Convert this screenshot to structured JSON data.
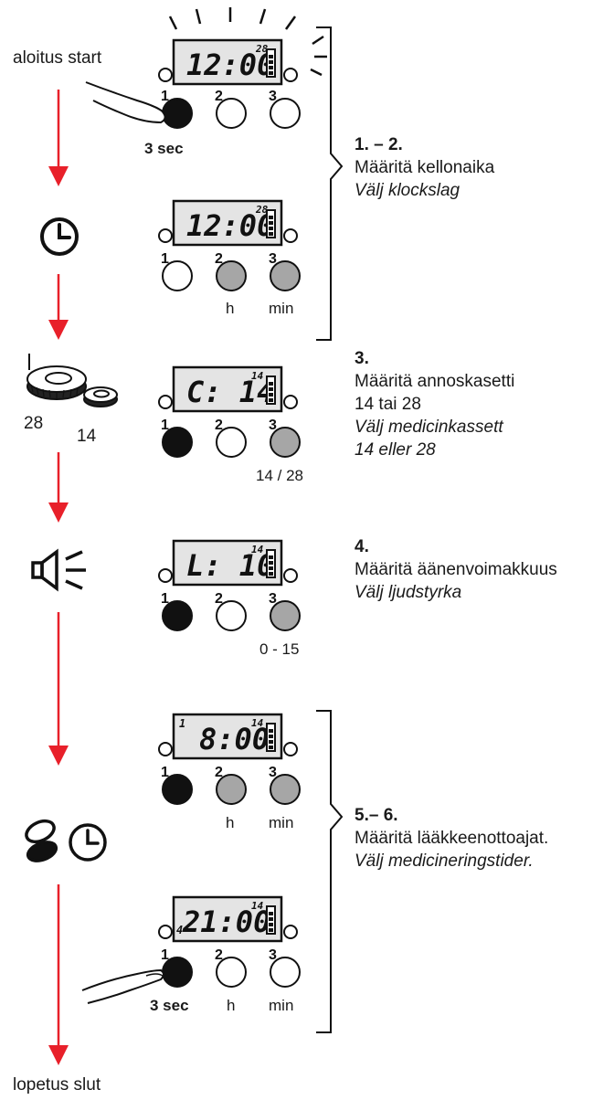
{
  "start_label": "aloitus start",
  "end_label": "lopetus slut",
  "press_duration_1": "3 sec",
  "press_duration_2": "3 sec",
  "cassette_large": "28",
  "cassette_small": "14",
  "displays": {
    "d1": {
      "time": "12:00",
      "small": "28"
    },
    "d2": {
      "time": "12:00",
      "small": "28"
    },
    "d3": {
      "time": "C: 14",
      "small": "14"
    },
    "d4": {
      "time": "L: 10",
      "small": "14"
    },
    "d5": {
      "time": "8:00",
      "small": "14",
      "corner": "1"
    },
    "d6": {
      "time": "21:00",
      "small": "14",
      "corner": "4"
    }
  },
  "button_numbers": [
    "1",
    "2",
    "3"
  ],
  "button_labels": {
    "d2_h": "h",
    "d2_min": "min",
    "d3_range": "14 / 28",
    "d4_range": "0 - 15",
    "d5_h": "h",
    "d5_min": "min",
    "d6_h": "h",
    "d6_min": "min"
  },
  "steps": [
    {
      "number": "1. – 2.",
      "fi": "Määritä kellonaika",
      "sv": "Välj klockslag"
    },
    {
      "number": "3.",
      "fi": "Määritä annoskasetti",
      "fi2": "14 tai 28",
      "sv": "Välj medicinkassett",
      "sv2": "14 eller 28"
    },
    {
      "number": "4.",
      "fi": "Määritä äänenvoimakkuus",
      "sv": "Välj ljudstyrka"
    },
    {
      "number": "5.– 6.",
      "fi": "Määritä lääkkeenottoajat.",
      "sv": "Välj medicineringstider."
    }
  ],
  "colors": {
    "arrow": "#e8202a",
    "pressed": "#111111",
    "highlight": "#a6a6a6",
    "lcd": "#e4e4e4"
  }
}
